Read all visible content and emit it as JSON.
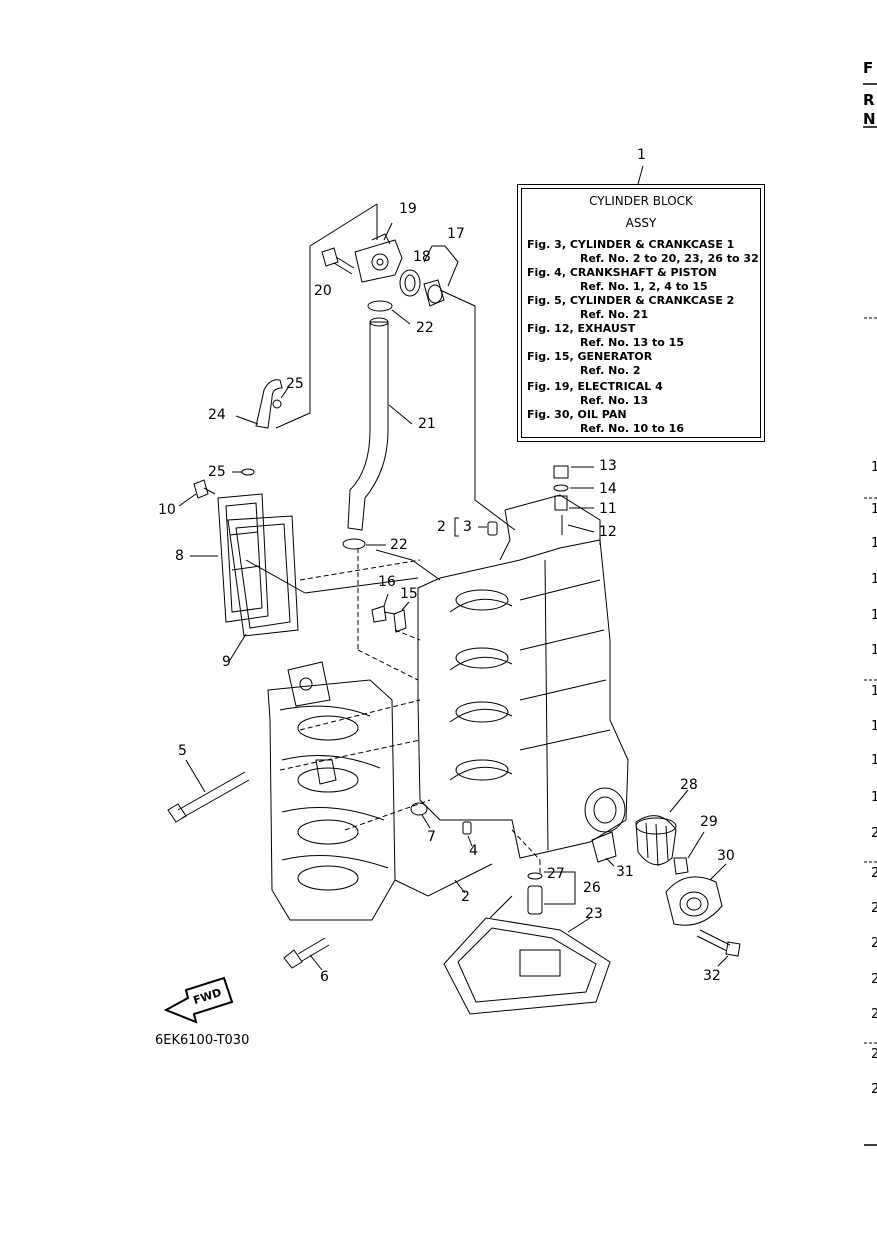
{
  "header_edge": {
    "letters": [
      "F",
      "R",
      "N"
    ]
  },
  "title_box": {
    "title_line1": "CYLINDER BLOCK",
    "title_line2": "ASSY",
    "refs": [
      "Fig. 3, CYLINDER & CRANKCASE 1",
      "Ref. No. 2 to 20, 23, 26 to 32",
      "Fig. 4, CRANKSHAFT & PISTON",
      "Ref. No. 1, 2, 4 to 15",
      "Fig. 5, CYLINDER & CRANKCASE 2",
      "Ref. No. 21",
      "Fig. 12, EXHAUST",
      "Ref. No. 13 to 15",
      "Fig. 15, GENERATOR",
      "Ref. No. 2",
      "Fig. 19, ELECTRICAL 4",
      "Ref. No. 13",
      "Fig. 30, OIL PAN",
      "Ref. No. 10 to 16"
    ]
  },
  "callouts": {
    "c1": "1",
    "c2a": "2",
    "c2b": "2",
    "c3": "3",
    "c4": "4",
    "c5": "5",
    "c6": "6",
    "c7": "7",
    "c8": "8",
    "c9": "9",
    "c10": "10",
    "c11": "11",
    "c12": "12",
    "c13": "13",
    "c14": "14",
    "c15": "15",
    "c16": "16",
    "c17": "17",
    "c18": "18",
    "c19": "19",
    "c20": "20",
    "c21": "21",
    "c22a": "22",
    "c22b": "22",
    "c23": "23",
    "c24": "24",
    "c25a": "25",
    "c25b": "25",
    "c26": "26",
    "c27": "27",
    "c28": "28",
    "c29": "29",
    "c30": "30",
    "c31": "31",
    "c32": "32"
  },
  "fwd_label": "FWD",
  "figure_code": "6EK6100-T030",
  "right_edge_numbers": [
    "1",
    "1",
    "1",
    "1",
    "1",
    "1",
    "1",
    "1",
    "1",
    "1",
    "2",
    "2",
    "2",
    "2",
    "2",
    "2",
    "2",
    "2"
  ]
}
